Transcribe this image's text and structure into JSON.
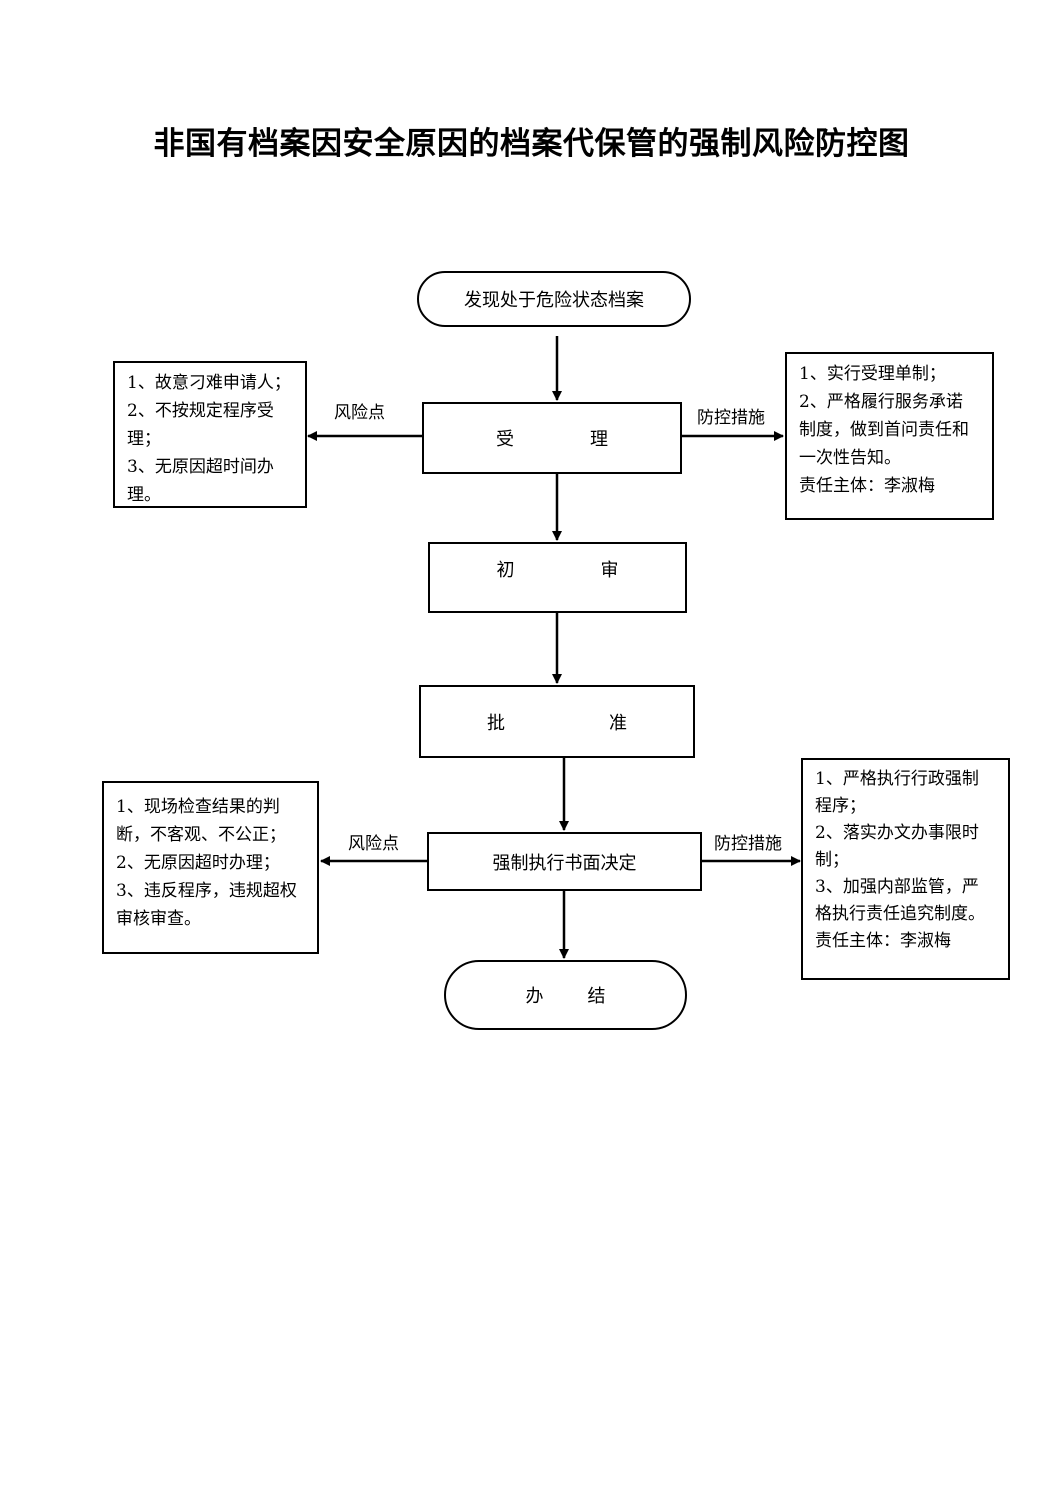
{
  "title": "非国有档案因安全原因的档案代保管的强制风险防控图",
  "start": "发现处于危险状态档案",
  "steps": {
    "accept": [
      "受",
      "理"
    ],
    "review": [
      "初",
      "审"
    ],
    "approve": [
      "批",
      "准"
    ],
    "decision": "强制执行书面决定",
    "finish": [
      "办",
      "结"
    ]
  },
  "labels": {
    "risk_point": "风险点",
    "control_measures": "防控措施"
  },
  "risk_notes_1": [
    "1、故意刁难申请人；",
    "2、不按规定程序受",
    "理；",
    "3、无原因超时间办",
    "理。"
  ],
  "control_notes_1": [
    "1、实行受理单制；",
    "2、严格履行服务承诺",
    "制度，做到首问责任和",
    "一次性告知。",
    "责任主体：李淑梅"
  ],
  "risk_notes_2": [
    "1、现场检查结果的判",
    "断，不客观、不公正；",
    "2、无原因超时办理；",
    "3、违反程序，违规超权",
    "审核审查。"
  ],
  "control_notes_2": [
    "1、严格执行行政强制",
    "程序；",
    "2、落实办文办事限时",
    "制；",
    "3、加强内部监管，严",
    "格执行责任追究制度。",
    "责任主体：李淑梅"
  ]
}
